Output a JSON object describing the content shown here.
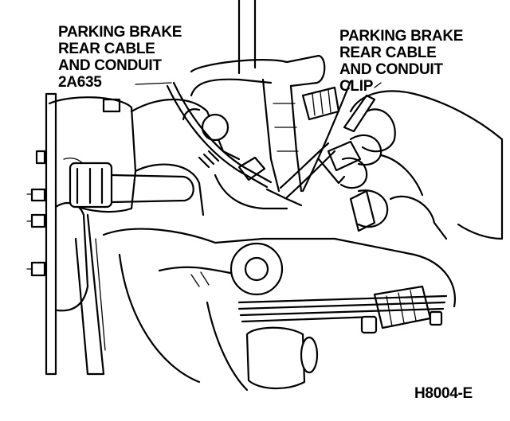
{
  "labels": {
    "left_callout": {
      "line1": "PARKING BRAKE",
      "line2": "REAR CABLE",
      "line3": "AND CONDUIT",
      "line4": "2A635"
    },
    "right_callout": {
      "line1": "PARKING BRAKE",
      "line2": "REAR CABLE",
      "line3": "AND CONDUIT",
      "line4": "CLIP"
    }
  },
  "figure_code": "H8004-E",
  "colors": {
    "ink": "#000000",
    "paper": "#ffffff"
  }
}
